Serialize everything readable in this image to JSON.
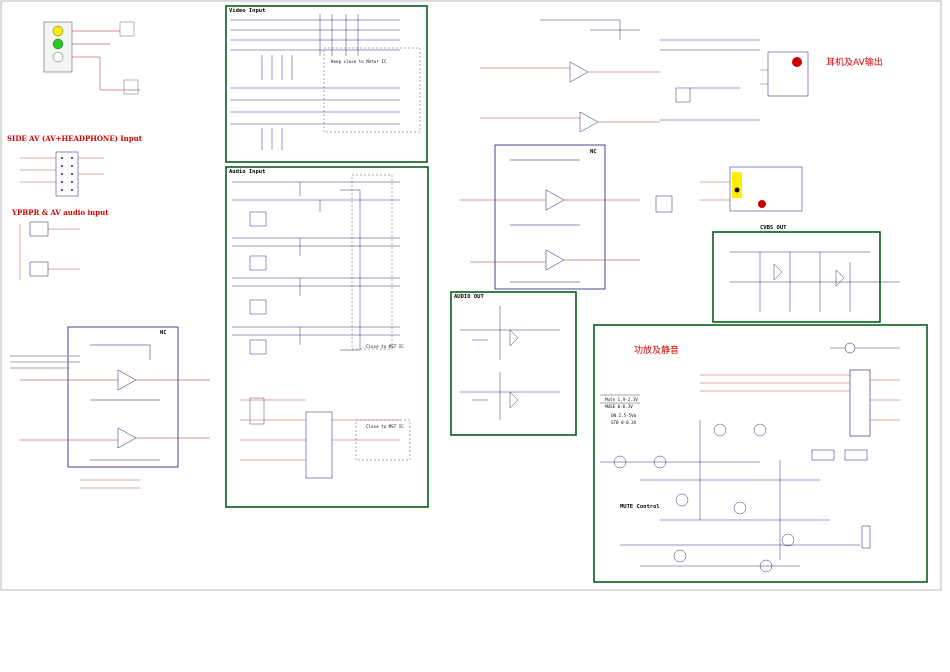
{
  "titles": {
    "side_av": "SIDE AV (AV+HEADPHONE) Input",
    "ypbpr": "YPBPR & AV audio input",
    "headphone_av_out": "耳机及AV输出",
    "amp_mute": "功放及静音"
  },
  "blocks": {
    "video_input": "Video Input",
    "audio_input": "Audio Input",
    "audio_out": "AUDIO OUT",
    "cvbs_out": "CVBS OUT",
    "mute_control": "MUTE Control",
    "nc_left": "NC",
    "nc_center": "NC"
  },
  "notes": {
    "keep_close": "Keep close to Matar IC",
    "close_to_mst_1": "Close to MST IC",
    "close_to_mst_2": "Close to MST IC",
    "mute_spec_1": "Mute  1.9-2.3V",
    "mute_spec_2": "MUSE  0-0.3V",
    "mute_spec_3": "ON  2.5-5Vm",
    "mute_spec_4": "STB  0-0.3V"
  },
  "colors": {
    "border_green": "#0a5c1a",
    "panel_blue": "#1a1a7a",
    "wire_red": "#b02424",
    "title_red": "#d40000",
    "jack_yellow": "#ffee00",
    "jack_green": "#22cc22",
    "jack_red": "#cc0000"
  }
}
